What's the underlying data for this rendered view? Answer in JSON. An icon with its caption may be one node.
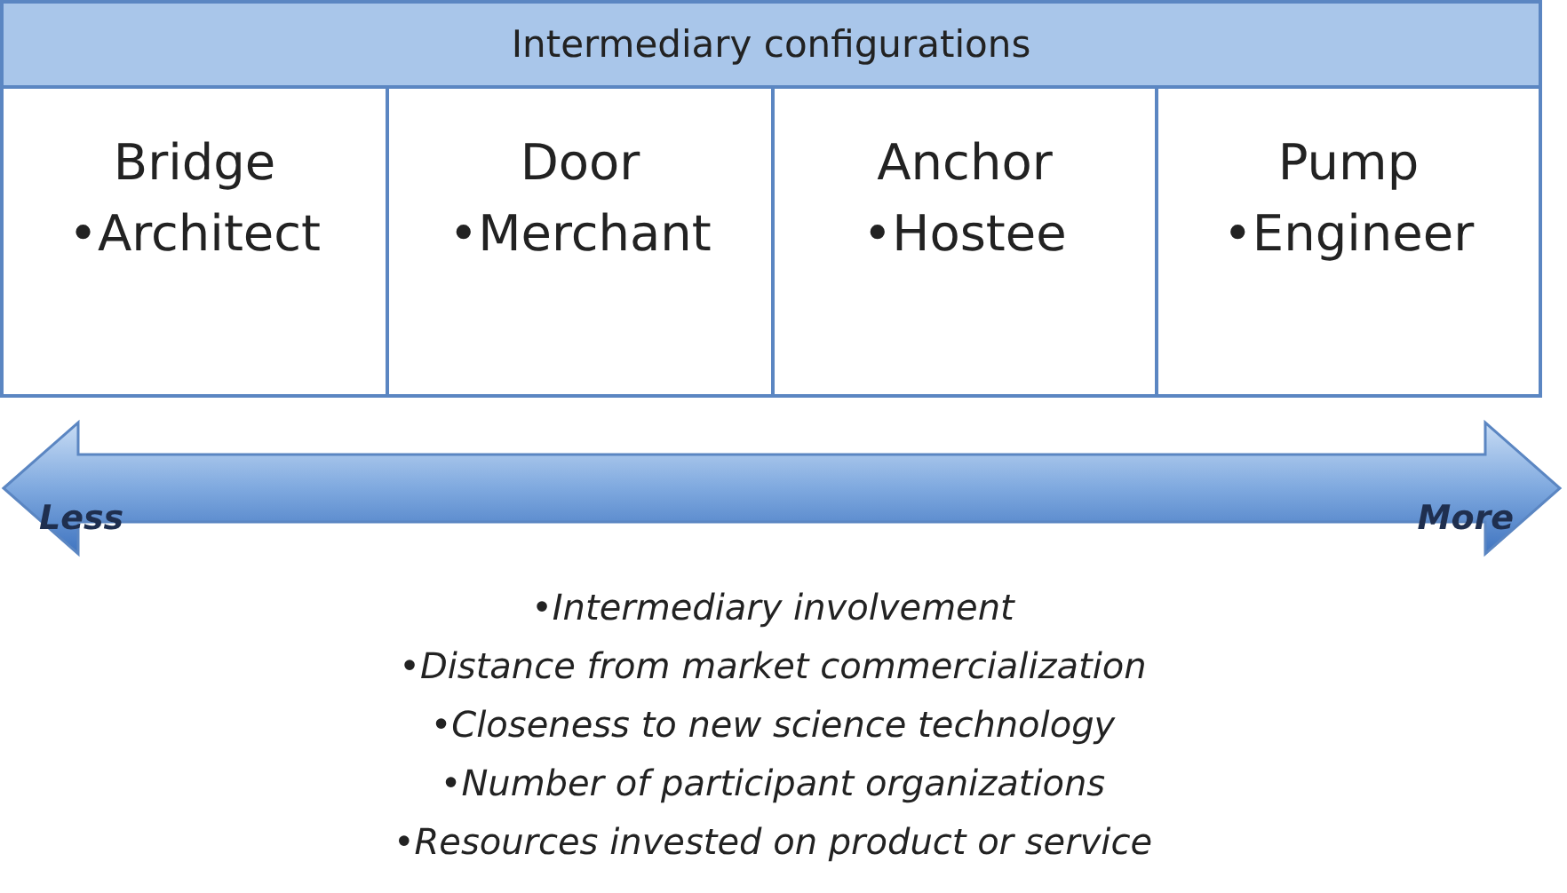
{
  "diagram": {
    "nodes": [
      {
        "text": [
          "Intermediary configurations"
        ]
      },
      {
        "text": [
          "Bridge",
          "•Architect"
        ]
      },
      {
        "text": [
          "Door",
          "•Merchant"
        ]
      },
      {
        "text": [
          "Anchor",
          "•Hostee"
        ]
      },
      {
        "text": [
          "Pump",
          "•Engineer"
        ]
      }
    ],
    "labels": [
      "Less",
      "More",
      "•Intermediary involvement",
      "•Distance from market commercialization",
      "•Closeness to new science technology",
      "•Number of participant organizations",
      "•Resources invested on product or service"
    ]
  }
}
